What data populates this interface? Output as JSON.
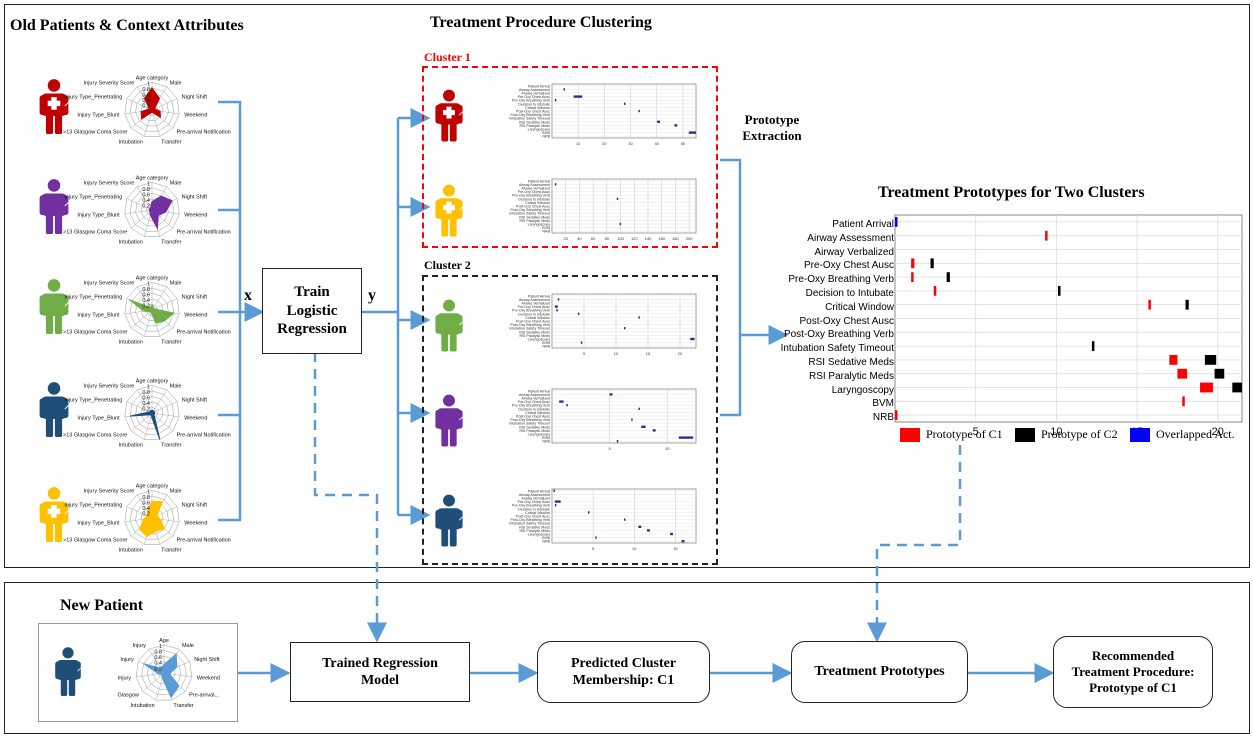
{
  "titles": {
    "old_patients": "Old Patients & Context Attributes",
    "clustering": "Treatment Procedure Clustering",
    "prototypes": "Treatment Prototypes for Two Clusters",
    "new_patient": "New Patient",
    "cluster1": "Cluster 1",
    "cluster2": "Cluster 2",
    "prototype_extraction": "Prototype Extraction"
  },
  "train_box": "Train Logistic Regression",
  "x_label": "x",
  "y_label": "y",
  "pipeline": {
    "trained": "Trained Regression Model",
    "predicted": "Predicted Cluster Membership: C1",
    "prototypes": "Treatment Prototypes",
    "recommended": "Recommended Treatment Procedure: Prototype of C1"
  },
  "radar_axes": [
    "Age category",
    "Male",
    "Night Shift",
    "Weekend",
    "Pre-arrival Notification",
    "Transfer",
    "Intubation",
    ">13 Glasgow Coma Score",
    "Injury Type_Blunt",
    "Injury Type_Penetrating",
    "Injury Severity Score"
  ],
  "radar_ticks": [
    "1",
    "0.8",
    "0.6",
    "0.4",
    "0.2"
  ],
  "new_patient_axes": [
    "Age",
    "Male",
    "Night Shift",
    "Weekend",
    "Pre-arrival...",
    "Transfer",
    "Intubation",
    "Glasgow",
    "Injury",
    "Injury",
    "Injury"
  ],
  "patients": [
    {
      "color": "#c00000",
      "values": [
        0.8,
        0.5,
        0.1,
        0.3,
        0.4,
        0.1,
        0.1,
        0.5,
        0.4,
        0.1,
        0.5
      ]
    },
    {
      "color": "#7030a0",
      "values": [
        0.3,
        0.6,
        0.8,
        0.5,
        0.3,
        0.7,
        0.2,
        0.1,
        0.1,
        0.1,
        0.1
      ]
    },
    {
      "color": "#70ad47",
      "values": [
        0.2,
        0.1,
        0.1,
        0.8,
        0.6,
        0.5,
        0.1,
        0.1,
        0.3,
        0.9,
        0.1
      ]
    },
    {
      "color": "#1f4e79",
      "values": [
        0.1,
        0.1,
        0.1,
        0.1,
        0.1,
        1.0,
        0.1,
        0.1,
        0.8,
        0.1,
        0.1
      ]
    },
    {
      "color": "#ffc000",
      "values": [
        0.6,
        0.7,
        0.2,
        0.3,
        0.6,
        0.5,
        0.7,
        0.6,
        0.3,
        0.2,
        0.3
      ]
    }
  ],
  "new_patient": {
    "color": "#1f4e79",
    "values": [
      0.3,
      0.8,
      0.5,
      0.2,
      0.7,
      0.9,
      0.2,
      0.1,
      0.2,
      0.8,
      0.2
    ]
  },
  "prototype_chart": {
    "activities": [
      "Patient Arrival",
      "Airway Assessment",
      "Airway Verbalized",
      "Pre-Oxy Chest Ausc",
      "Pre-Oxy Breathing Verb",
      "Decision to Intubate",
      "Critical Window",
      "Post-Oxy Chest Ausc",
      "Post-Oxy Breathing Verb",
      "Intubation Safety Timeout",
      "RSI Sedative Meds",
      "RSI Paralytic Meds",
      "Laryngoscopy",
      "BVM",
      "NRB"
    ],
    "x_ticks": [
      "5",
      "10",
      "15",
      "20"
    ],
    "xlim": [
      0,
      21.5
    ],
    "legend": [
      "Prototype of C1",
      "Prototype of C2",
      "Overlapped Act."
    ],
    "colors": {
      "c1": "#ff0000",
      "c2": "#000000",
      "overlap": "#0000ff"
    },
    "bars": [
      {
        "act": 0,
        "start": 0.0,
        "end": 0.15,
        "type": "overlap"
      },
      {
        "act": 1,
        "start": 9.3,
        "end": 9.45,
        "type": "c1"
      },
      {
        "act": 3,
        "start": 1.0,
        "end": 1.2,
        "type": "c1"
      },
      {
        "act": 3,
        "start": 2.2,
        "end": 2.4,
        "type": "c2"
      },
      {
        "act": 4,
        "start": 1.0,
        "end": 1.15,
        "type": "c1"
      },
      {
        "act": 4,
        "start": 3.2,
        "end": 3.4,
        "type": "c2"
      },
      {
        "act": 5,
        "start": 2.4,
        "end": 2.55,
        "type": "c1"
      },
      {
        "act": 5,
        "start": 10.1,
        "end": 10.25,
        "type": "c2"
      },
      {
        "act": 6,
        "start": 15.7,
        "end": 15.85,
        "type": "c1"
      },
      {
        "act": 6,
        "start": 18.0,
        "end": 18.2,
        "type": "c2"
      },
      {
        "act": 9,
        "start": 12.2,
        "end": 12.35,
        "type": "c2"
      },
      {
        "act": 10,
        "start": 17.0,
        "end": 17.5,
        "type": "c1"
      },
      {
        "act": 10,
        "start": 19.2,
        "end": 19.9,
        "type": "c2"
      },
      {
        "act": 11,
        "start": 17.5,
        "end": 18.1,
        "type": "c1"
      },
      {
        "act": 11,
        "start": 19.8,
        "end": 20.4,
        "type": "c2"
      },
      {
        "act": 12,
        "start": 18.9,
        "end": 19.7,
        "type": "c1"
      },
      {
        "act": 12,
        "start": 20.9,
        "end": 21.5,
        "type": "c2"
      },
      {
        "act": 13,
        "start": 17.8,
        "end": 17.95,
        "type": "c1"
      },
      {
        "act": 14,
        "start": 0.0,
        "end": 0.15,
        "type": "c1"
      }
    ]
  },
  "mini_chart": {
    "labels": [
      "Patient Arrival",
      "Airway Assessment",
      "Airway Verbalized",
      "Pre-Oxy Chest Ausc",
      "Pre-Oxy Breathing Verb",
      "Decision to Intubate",
      "Critical Window",
      "Post-Oxy Chest Ausc",
      "Post-Oxy Breathing Verb",
      "Intubation Safety Timeout",
      "RSI Sedative Meds",
      "RSI Paralytic Meds",
      "Laryngoscopy",
      "BVM",
      "NRB"
    ],
    "ticks_c1a": [
      "10",
      "20",
      "30",
      "40",
      "50"
    ],
    "ticks_c1b": [
      "20",
      "40",
      "60",
      "80",
      "100",
      "120",
      "140",
      "160",
      "180",
      "200"
    ],
    "ticks_c2a": [
      "5",
      "10",
      "15",
      "20"
    ],
    "ticks_c2b": [
      "5",
      "10"
    ],
    "ticks_c2c": [
      "5",
      "10",
      "15"
    ]
  }
}
